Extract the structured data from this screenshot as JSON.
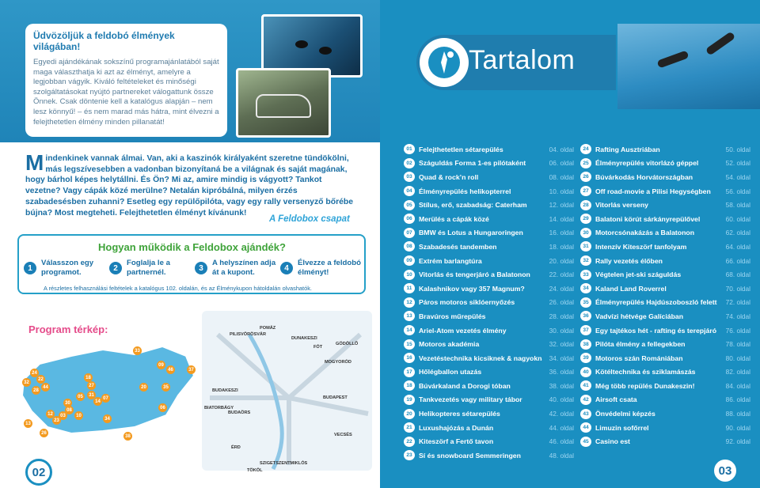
{
  "left": {
    "intro": {
      "heading": "Üdvözöljük a feldobó élmények világában!",
      "text": "Egyedi ajándékának sokszínű programajánlatából saját maga választhatja ki azt az élményt, amelyre a legjobban vágyik. Kiváló feltételeket és minőségi szolgáltatásokat nyújtó partnereket válogattunk össze Önnek. Csak döntenie kell a katalógus alapján – nem lesz könnyű! – és nem marad más hátra, mint élvezni a felejthetetlen élmény minden pillanatát!"
    },
    "body": {
      "dropcap": "M",
      "text": "indenkinek vannak álmai. Van, aki a kaszinók királyaként szeretne tündökölni, más legszívesebben a vadonban bizonyítaná be a világnak és saját magának, hogy bárhol képes helytállni. És Ön? Mi az, amire mindig is vágyott? Tankot vezetne? Vagy cápák közé merülne? Netalán kipróbálná, milyen érzés szabadesésben zuhanni? Esetleg egy repülőpilóta, vagy egy rally versenyző bőrébe bújna? Most megteheti. Felejthetetlen élményt kívánunk!",
      "signature": "A Feldobox csapat"
    },
    "how": {
      "title": "Hogyan működik a Feldobox ajándék?",
      "steps": [
        {
          "num": "1",
          "text": "Válasszon egy programot."
        },
        {
          "num": "2",
          "text": "Foglalja le a partnernél."
        },
        {
          "num": "3",
          "text": "A helyszínen adja át a kupont."
        },
        {
          "num": "4",
          "text": "Élvezze a feldobó élményt!"
        }
      ],
      "footnote": "A részletes felhasználási feltételek a katalógus 102. oldalán, és az Élménykupon hátoldalán olvashatók."
    },
    "map": {
      "title": "Program térkép:",
      "country_markers": [
        "24",
        "32",
        "22",
        "28",
        "44",
        "30",
        "08",
        "18",
        "27",
        "10",
        "03",
        "14",
        "07",
        "12",
        "33",
        "20",
        "34",
        "06",
        "09",
        "46",
        "37",
        "31",
        "35",
        "05",
        "13",
        "23",
        "38",
        "26"
      ],
      "city_labels": [
        "PILISVÖRÖSVÁR",
        "POMÁZ",
        "DUNAKESZI",
        "FÓT",
        "GÖDÖLLŐ",
        "MOGYORÓD",
        "BUDAKESZI",
        "BUDAPEST",
        "BIATORBÁGY",
        "BUDAÖRS",
        "VECSÉS",
        "ÉRD",
        "SZIGETSZENTMIKLÓS",
        "TÖKÖL"
      ]
    },
    "page_number": "02"
  },
  "right": {
    "title": "Tartalom",
    "page_number": "03",
    "toc_left": [
      {
        "num": "01",
        "name": "Felejthetetlen sétarepülés",
        "page": "04. oldal"
      },
      {
        "num": "02",
        "name": "Száguldás Forma 1-es pilótaként",
        "page": "06. oldal"
      },
      {
        "num": "03",
        "name": "Quad & rock’n roll",
        "page": "08. oldal"
      },
      {
        "num": "04",
        "name": "Élményrepülés helikopterrel",
        "page": "10. oldal"
      },
      {
        "num": "05",
        "name": "Stílus, erő, szabadság: Caterham",
        "page": "12. oldal"
      },
      {
        "num": "06",
        "name": "Merülés a cápák közé",
        "page": "14. oldal"
      },
      {
        "num": "07",
        "name": "BMW és Lotus a Hungaroringen",
        "page": "16. oldal"
      },
      {
        "num": "08",
        "name": "Szabadesés tandemben",
        "page": "18. oldal"
      },
      {
        "num": "09",
        "name": "Extrém barlangtúra",
        "page": "20. oldal"
      },
      {
        "num": "10",
        "name": "Vitorlás és tengerjáró a Balatonon",
        "page": "22. oldal"
      },
      {
        "num": "11",
        "name": "Kalashnikov vagy 357 Magnum?",
        "page": "24. oldal"
      },
      {
        "num": "12",
        "name": "Páros motoros siklóernyőzés",
        "page": "26. oldal"
      },
      {
        "num": "13",
        "name": "Bravúros műrepülés",
        "page": "28. oldal"
      },
      {
        "num": "14",
        "name": "Ariel-Atom vezetés élmény",
        "page": "30. oldal"
      },
      {
        "num": "15",
        "name": "Motoros akadémia",
        "page": "32. oldal"
      },
      {
        "num": "16",
        "name": "Vezetéstechnika kicsiknek & nagyoknak",
        "page": "34. oldal"
      },
      {
        "num": "17",
        "name": "Hőlégballon utazás",
        "page": "36. oldal"
      },
      {
        "num": "18",
        "name": "Búvárkaland a Dorogi tóban",
        "page": "38. oldal"
      },
      {
        "num": "19",
        "name": "Tankvezetés vagy military tábor",
        "page": "40. oldal"
      },
      {
        "num": "20",
        "name": "Helikopteres sétarepülés",
        "page": "42. oldal"
      },
      {
        "num": "21",
        "name": "Luxushajózás a Dunán",
        "page": "44. oldal"
      },
      {
        "num": "22",
        "name": "Kiteszörf a Fertő tavon",
        "page": "46. oldal"
      },
      {
        "num": "23",
        "name": "Sí és snowboard Semmeringen",
        "page": "48. oldal"
      }
    ],
    "toc_right": [
      {
        "num": "24",
        "name": "Rafting Ausztriában",
        "page": "50. oldal"
      },
      {
        "num": "25",
        "name": "Élményrepülés vitorlázó géppel",
        "page": "52. oldal"
      },
      {
        "num": "26",
        "name": "Búvárkodás Horvátországban",
        "page": "54. oldal"
      },
      {
        "num": "27",
        "name": "Off road-movie a Pilisi Hegységben",
        "page": "56. oldal"
      },
      {
        "num": "28",
        "name": "Vitorlás verseny",
        "page": "58. oldal"
      },
      {
        "num": "29",
        "name": "Balatoni körút sárkányrepülővel",
        "page": "60. oldal"
      },
      {
        "num": "30",
        "name": "Motorcsónakázás a Balatonon",
        "page": "62. oldal"
      },
      {
        "num": "31",
        "name": "Intenzív Kitesz­örf tanfolyam",
        "page": "64. oldal"
      },
      {
        "num": "32",
        "name": "Rally vezetés élőben",
        "page": "66. oldal"
      },
      {
        "num": "33",
        "name": "Végtelen jet-ski száguldás",
        "page": "68. oldal"
      },
      {
        "num": "34",
        "name": "Kaland Land Roverrel",
        "page": "70. oldal"
      },
      {
        "num": "35",
        "name": "Élményrepülés Hajdúszoboszló felett",
        "page": "72. oldal"
      },
      {
        "num": "36",
        "name": "Vadvízi hétvége Galíciában",
        "page": "74. oldal"
      },
      {
        "num": "37",
        "name": "Egy tajtékos hét - rafting és terepjáró",
        "page": "76. oldal"
      },
      {
        "num": "38",
        "name": "Pilóta élmény a fellegekben",
        "page": "78. oldal"
      },
      {
        "num": "39",
        "name": "Motoros szán Romániában",
        "page": "80. oldal"
      },
      {
        "num": "40",
        "name": "Kötéltechnika és sziklamászás",
        "page": "82. oldal"
      },
      {
        "num": "41",
        "name": "Még több repülés Dunakeszin!",
        "page": "84. oldal"
      },
      {
        "num": "42",
        "name": "Airsoft csata",
        "page": "86. oldal"
      },
      {
        "num": "43",
        "name": "Önvédelmi képzés",
        "page": "88. oldal"
      },
      {
        "num": "44",
        "name": "Limuzin sofőrrel",
        "page": "90. oldal"
      },
      {
        "num": "45",
        "name": "Casino est",
        "page": "92. oldal"
      }
    ]
  },
  "colors": {
    "brand": "#1a8fc1",
    "dark": "#1a6ea3",
    "accent_green": "#3fa33a",
    "accent_pink": "#e54b8a",
    "marker": "#f39a1f"
  }
}
